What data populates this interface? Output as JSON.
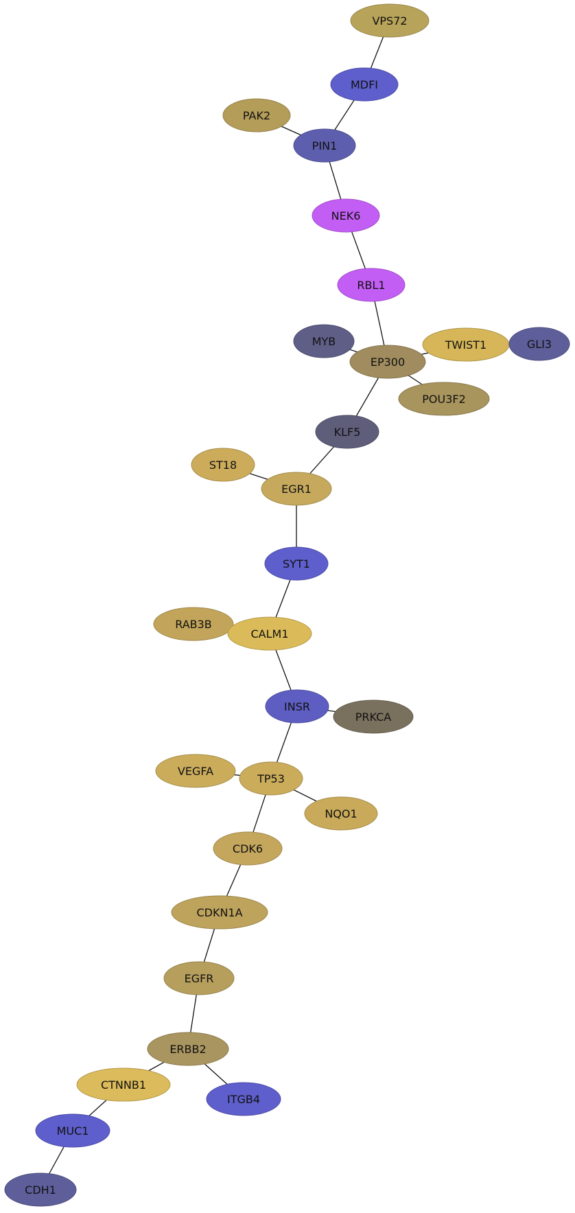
{
  "diagram": {
    "type": "network",
    "nodes": [
      {
        "id": "VPS72",
        "label": "VPS72",
        "color": "#b8a35a"
      },
      {
        "id": "MDFI",
        "label": "MDFI",
        "color": "#5e5ecc"
      },
      {
        "id": "PAK2",
        "label": "PAK2",
        "color": "#b49c59"
      },
      {
        "id": "PIN1",
        "label": "PIN1",
        "color": "#5e5eae"
      },
      {
        "id": "NEK6",
        "label": "NEK6",
        "color": "#c35ef5"
      },
      {
        "id": "RBL1",
        "label": "RBL1",
        "color": "#c35ef5"
      },
      {
        "id": "MYB",
        "label": "MYB",
        "color": "#5e5e87"
      },
      {
        "id": "TWIST1",
        "label": "TWIST1",
        "color": "#d6b659"
      },
      {
        "id": "GLI3",
        "label": "GLI3",
        "color": "#5e5e9a"
      },
      {
        "id": "EP300",
        "label": "EP300",
        "color": "#a08c5e"
      },
      {
        "id": "POU3F2",
        "label": "POU3F2",
        "color": "#a8945d"
      },
      {
        "id": "KLF5",
        "label": "KLF5",
        "color": "#5e5e7a"
      },
      {
        "id": "ST18",
        "label": "ST18",
        "color": "#ccac5b"
      },
      {
        "id": "EGR1",
        "label": "EGR1",
        "color": "#c6a95d"
      },
      {
        "id": "SYT1",
        "label": "SYT1",
        "color": "#5e5ecc"
      },
      {
        "id": "RAB3B",
        "label": "RAB3B",
        "color": "#c2a55b"
      },
      {
        "id": "CALM1",
        "label": "CALM1",
        "color": "#dbbb59"
      },
      {
        "id": "INSR",
        "label": "INSR",
        "color": "#5e5ec2"
      },
      {
        "id": "PRKCA",
        "label": "PRKCA",
        "color": "#7a705e"
      },
      {
        "id": "VEGFA",
        "label": "VEGFA",
        "color": "#cbac5b"
      },
      {
        "id": "TP53",
        "label": "TP53",
        "color": "#cbac5b"
      },
      {
        "id": "NQO1",
        "label": "NQO1",
        "color": "#c9aa5a"
      },
      {
        "id": "CDK6",
        "label": "CDK6",
        "color": "#c4a65d"
      },
      {
        "id": "CDKN1A",
        "label": "CDKN1A",
        "color": "#bea35c"
      },
      {
        "id": "EGFR",
        "label": "EGFR",
        "color": "#b69e5d"
      },
      {
        "id": "ERBB2",
        "label": "ERBB2",
        "color": "#a9955f"
      },
      {
        "id": "CTNNB1",
        "label": "CTNNB1",
        "color": "#dbbb5b"
      },
      {
        "id": "ITGB4",
        "label": "ITGB4",
        "color": "#5e5ecc"
      },
      {
        "id": "MUC1",
        "label": "MUC1",
        "color": "#5e5ecc"
      },
      {
        "id": "CDH1",
        "label": "CDH1",
        "color": "#5e5e9a"
      }
    ],
    "edges": [
      [
        "VPS72",
        "MDFI"
      ],
      [
        "MDFI",
        "PIN1"
      ],
      [
        "PAK2",
        "PIN1"
      ],
      [
        "PIN1",
        "NEK6"
      ],
      [
        "NEK6",
        "RBL1"
      ],
      [
        "RBL1",
        "EP300"
      ],
      [
        "MYB",
        "EP300"
      ],
      [
        "EP300",
        "TWIST1"
      ],
      [
        "EP300",
        "POU3F2"
      ],
      [
        "EP300",
        "KLF5"
      ],
      [
        "KLF5",
        "EGR1"
      ],
      [
        "ST18",
        "EGR1"
      ],
      [
        "EGR1",
        "SYT1"
      ],
      [
        "SYT1",
        "CALM1"
      ],
      [
        "CALM1",
        "INSR"
      ],
      [
        "INSR",
        "PRKCA"
      ],
      [
        "INSR",
        "TP53"
      ],
      [
        "VEGFA",
        "TP53"
      ],
      [
        "TP53",
        "NQO1"
      ],
      [
        "TP53",
        "CDK6"
      ],
      [
        "CDK6",
        "CDKN1A"
      ],
      [
        "CDKN1A",
        "EGFR"
      ],
      [
        "EGFR",
        "ERBB2"
      ],
      [
        "ERBB2",
        "CTNNB1"
      ],
      [
        "ERBB2",
        "ITGB4"
      ],
      [
        "CTNNB1",
        "MUC1"
      ],
      [
        "MUC1",
        "CDH1"
      ]
    ]
  }
}
